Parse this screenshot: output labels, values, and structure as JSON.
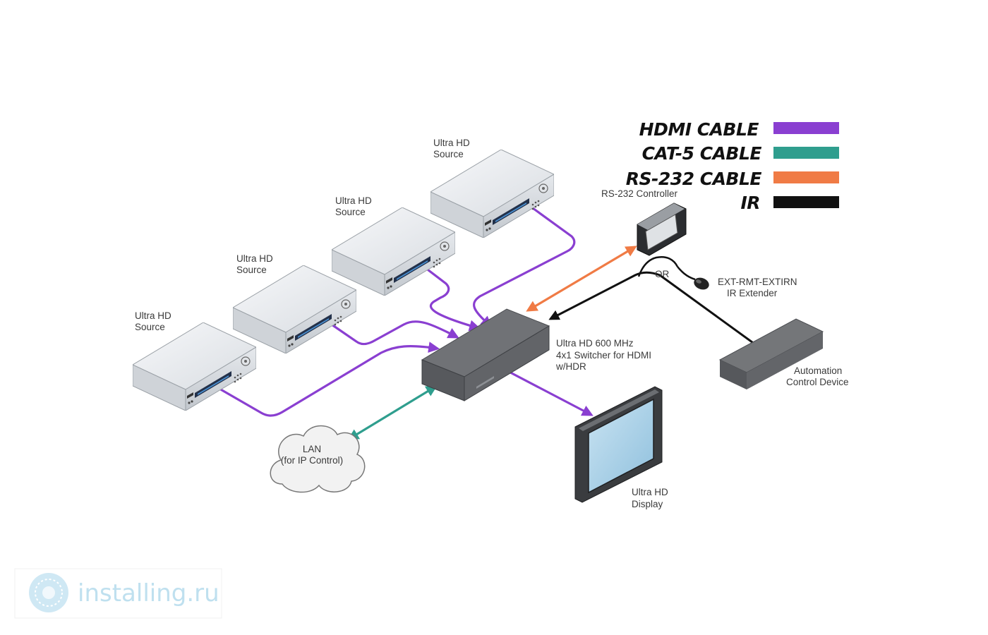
{
  "legend": {
    "items": [
      {
        "label": "HDMI CABLE",
        "color": "#8a3fd1"
      },
      {
        "label": "CAT-5 CABLE",
        "color": "#2f9e8e"
      },
      {
        "label": "RS-232 CABLE",
        "color": "#f07b45"
      },
      {
        "label": "IR",
        "color": "#111111"
      }
    ]
  },
  "sources": [
    {
      "line1": "Ultra HD",
      "line2": "Source"
    },
    {
      "line1": "Ultra HD",
      "line2": "Source"
    },
    {
      "line1": "Ultra HD",
      "line2": "Source"
    },
    {
      "line1": "Ultra HD",
      "line2": "Source"
    }
  ],
  "switcher": {
    "line1": "Ultra HD 600 MHz",
    "line2": "4x1 Switcher for HDMI",
    "line3": "w/HDR"
  },
  "controller": {
    "label": "RS-232 Controller"
  },
  "or_label": "OR",
  "ir_extender": {
    "line1": "EXT-RMT-EXTIRN",
    "line2": "IR Extender"
  },
  "automation": {
    "line1": "Automation",
    "line2": "Control Device"
  },
  "lan": {
    "line1": "LAN",
    "line2": "(for IP Control)"
  },
  "display": {
    "line1": "Ultra HD",
    "line2": "Display"
  },
  "watermark": {
    "text": "installing.ru",
    "icon": "globe-logo-icon"
  }
}
